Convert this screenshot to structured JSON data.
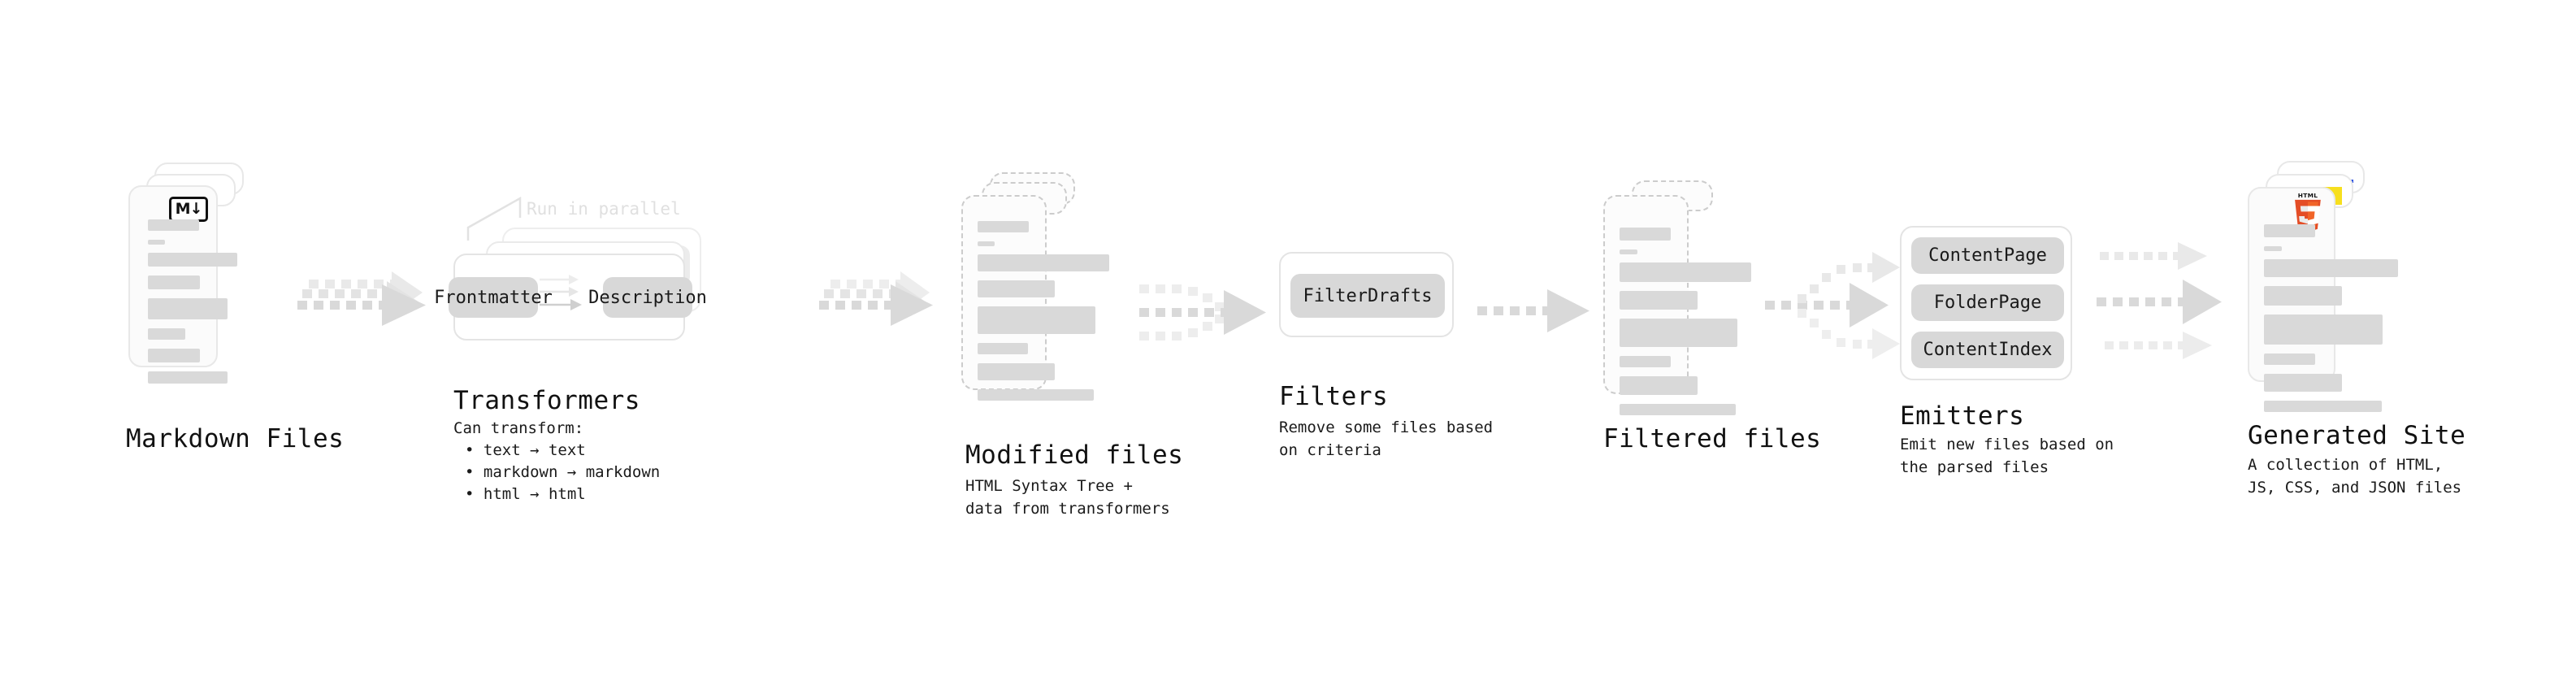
{
  "diagram": {
    "type": "pipeline-flow",
    "title": "Quartz static site generation pipeline",
    "colors": {
      "bar": "#d9d9d9",
      "pill": "#d8d8d8",
      "panel_border": "#e4e4e4",
      "arrow": "#d9d9d9",
      "html5": "#E44D26",
      "js": "#F7DF1E",
      "css": "#264DE4",
      "text": "#111111",
      "muted": "#e0e0e0"
    },
    "stages": [
      {
        "id": "markdown-files",
        "title": "Markdown Files",
        "description": "",
        "icon": "markdown-badge",
        "icon_label": "M↓",
        "card_style": "solid"
      },
      {
        "id": "transformers",
        "title": "Transformers",
        "description": "Can transform:",
        "bullets": [
          "text → text",
          "markdown → markdown",
          "html → html"
        ],
        "annotation": "Run in parallel",
        "pills": [
          "Frontmatter",
          "Description"
        ],
        "stack_count": 3
      },
      {
        "id": "modified-files",
        "title": "Modified files",
        "description": "HTML Syntax Tree +\ndata from transformers",
        "card_style": "dashed"
      },
      {
        "id": "filters",
        "title": "Filters",
        "description": "Remove some files based\non criteria",
        "pills": [
          "FilterDrafts"
        ]
      },
      {
        "id": "filtered-files",
        "title": "Filtered files",
        "description": "",
        "card_style": "dashed"
      },
      {
        "id": "emitters",
        "title": "Emitters",
        "description": "Emit new files based on\nthe parsed files",
        "pills": [
          "ContentPage",
          "FolderPage",
          "ContentIndex"
        ]
      },
      {
        "id": "generated-site",
        "title": "Generated Site",
        "description": "A collection of HTML,\nJS, CSS, and JSON files",
        "icons": [
          "html5-badge",
          "js-badge",
          "css-badge"
        ],
        "card_style": "solid"
      }
    ],
    "connectors": [
      {
        "id": "markdown-to-transformers",
        "kind": "fan-in-3"
      },
      {
        "id": "transformers-to-modified",
        "kind": "fan-in-3"
      },
      {
        "id": "modified-to-filters",
        "kind": "merge-3-to-1"
      },
      {
        "id": "filters-to-filtered",
        "kind": "single"
      },
      {
        "id": "filtered-to-emitters",
        "kind": "split-1-to-3"
      },
      {
        "id": "emitters-to-site",
        "kind": "parallel-3"
      }
    ],
    "bar_widths": [
      118,
      38,
      205,
      120,
      185,
      85,
      120,
      190
    ],
    "bar_heights": [
      26,
      10,
      30,
      30,
      44,
      26,
      30,
      26
    ]
  }
}
